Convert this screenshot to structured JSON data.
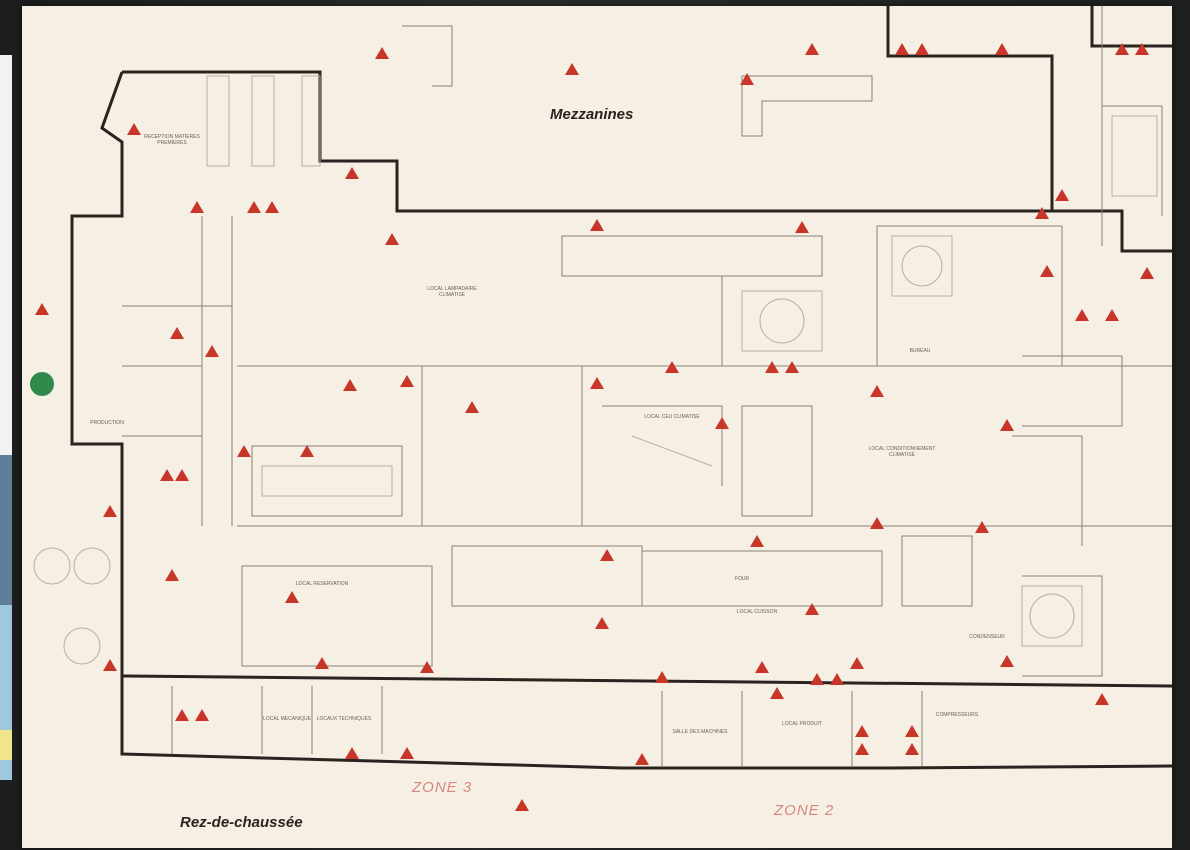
{
  "labels": {
    "mezzanines": "Mezzanines",
    "ground_floor": "Rez-de-chaussée",
    "zone3": "ZONE 3",
    "zone2": "ZONE 2"
  },
  "rooms": {
    "reception": "RECEPTION MATIERES PREMIERES",
    "local_lampadaire": "LOCAL LAMPADAIRE CLIMATISE",
    "local_ceu": "LOCAL CEU CLIMATISE",
    "local_conditionnement": "LOCAL CONDITIONNEMENT CLIMATISE",
    "four": "FOUR",
    "local_cuisson": "LOCAL CUISSON",
    "local_reservation": "LOCAL RESERVATION",
    "local_mecanique": "LOCAL MECANIQUE",
    "locaux_techniques": "LOCAUX TECHNIQUES",
    "salle_machines": "SALLE DES MACHINES",
    "local_produit": "LOCAL PRODUIT",
    "compresseurs": "COMPRESSEURS",
    "bureau": "BUREAU",
    "production": "PRODUCTION",
    "condenseur": "CONDENSEUR"
  },
  "colors": {
    "marker": "#c8362a",
    "wall": "#2a2320",
    "zone_text": "#d6877e",
    "paper": "#f6efe4"
  }
}
